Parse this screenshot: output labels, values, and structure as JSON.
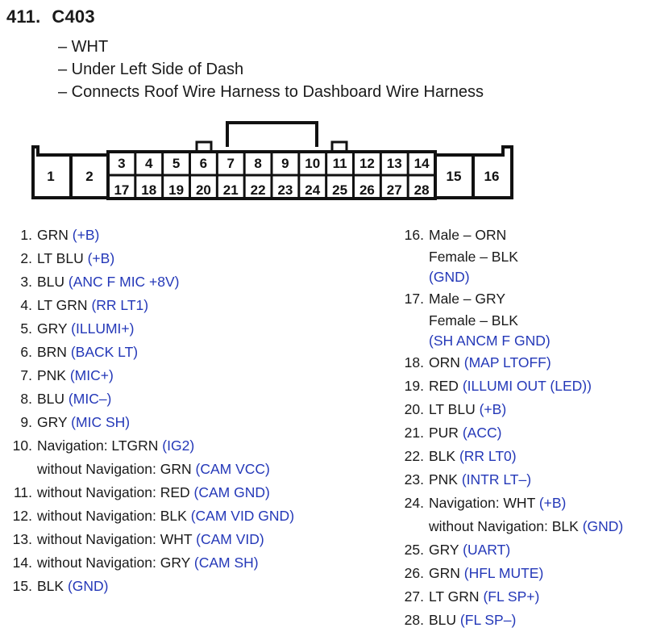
{
  "header": {
    "number": "411.",
    "connector_id": "C403",
    "notes": [
      "– WHT",
      "– Under Left Side of Dash",
      "– Connects Roof Wire Harness to Dashboard Wire Harness"
    ]
  },
  "connector": {
    "pins_left_big": [
      "1",
      "2"
    ],
    "pins_top_row": [
      "3",
      "4",
      "5",
      "6",
      "7",
      "8",
      "9",
      "10",
      "11",
      "12",
      "13",
      "14"
    ],
    "pins_bottom_row": [
      "17",
      "18",
      "19",
      "20",
      "21",
      "22",
      "23",
      "24",
      "25",
      "26",
      "27",
      "28"
    ],
    "pins_right_big": [
      "15",
      "16"
    ]
  },
  "pins": [
    {
      "n": "1.",
      "lines": [
        {
          "wire": "GRN",
          "signal": "(+B)"
        }
      ]
    },
    {
      "n": "2.",
      "lines": [
        {
          "wire": "LT BLU",
          "signal": "(+B)"
        }
      ]
    },
    {
      "n": "3.",
      "lines": [
        {
          "wire": "BLU",
          "signal": "(ANC F MIC +8V)"
        }
      ]
    },
    {
      "n": "4.",
      "lines": [
        {
          "wire": "LT GRN",
          "signal": "(RR LT1)"
        }
      ]
    },
    {
      "n": "5.",
      "lines": [
        {
          "wire": "GRY",
          "signal": "(ILLUMI+)"
        }
      ]
    },
    {
      "n": "6.",
      "lines": [
        {
          "wire": "BRN",
          "signal": "(BACK LT)"
        }
      ]
    },
    {
      "n": "7.",
      "lines": [
        {
          "wire": "PNK",
          "signal": "(MIC+)"
        }
      ]
    },
    {
      "n": "8.",
      "lines": [
        {
          "wire": "BLU",
          "signal": "(MIC–)"
        }
      ]
    },
    {
      "n": "9.",
      "lines": [
        {
          "wire": "GRY",
          "signal": "(MIC SH)"
        }
      ]
    },
    {
      "n": "10.",
      "lines": [
        {
          "wire": "Navigation: LTGRN ",
          "signal": "(IG2)"
        },
        {
          "wire": "without Navigation: GRN",
          "signal": "(CAM VCC)"
        }
      ]
    },
    {
      "n": "11.",
      "lines": [
        {
          "wire": "without Navigation: RED",
          "signal": "(CAM GND)"
        }
      ]
    },
    {
      "n": "12.",
      "lines": [
        {
          "wire": "without Navigation: BLK",
          "signal": "(CAM VID GND)"
        }
      ]
    },
    {
      "n": "13.",
      "lines": [
        {
          "wire": "without Navigation: WHT",
          "signal": "(CAM VID)"
        }
      ]
    },
    {
      "n": "14.",
      "lines": [
        {
          "wire": "without Navigation: GRY",
          "signal": "(CAM SH)"
        }
      ]
    },
    {
      "n": "15.",
      "lines": [
        {
          "wire": "BLK",
          "signal": "(GND)"
        }
      ]
    },
    {
      "n": "16.",
      "lines": [
        {
          "wire": "Male – ORN",
          "signal": ""
        },
        {
          "wire": "Female – BLK",
          "signal": ""
        },
        {
          "wire": "",
          "signal": "(GND)"
        }
      ]
    },
    {
      "n": "17.",
      "lines": [
        {
          "wire": "Male – GRY",
          "signal": ""
        },
        {
          "wire": "Female – BLK",
          "signal": ""
        },
        {
          "wire": "",
          "signal": "(SH ANCM F GND)"
        }
      ]
    },
    {
      "n": "18.",
      "lines": [
        {
          "wire": "ORN",
          "signal": "(MAP LTOFF)"
        }
      ]
    },
    {
      "n": "19.",
      "lines": [
        {
          "wire": "RED",
          "signal": "(ILLUMI OUT (LED))"
        }
      ]
    },
    {
      "n": "20.",
      "lines": [
        {
          "wire": "LT BLU",
          "signal": "(+B)"
        }
      ]
    },
    {
      "n": "21.",
      "lines": [
        {
          "wire": "PUR",
          "signal": "(ACC)"
        }
      ]
    },
    {
      "n": "22.",
      "lines": [
        {
          "wire": "BLK",
          "signal": "(RR LT0)"
        }
      ]
    },
    {
      "n": "23.",
      "lines": [
        {
          "wire": "PNK",
          "signal": "(INTR LT–)"
        }
      ]
    },
    {
      "n": "24.",
      "lines": [
        {
          "wire": "Navigation: WHT",
          "signal": "(+B)"
        },
        {
          "wire": "without Navigation: BLK",
          "signal": "(GND)"
        }
      ]
    },
    {
      "n": "25.",
      "lines": [
        {
          "wire": "GRY",
          "signal": "(UART)"
        }
      ]
    },
    {
      "n": "26.",
      "lines": [
        {
          "wire": "GRN",
          "signal": "(HFL MUTE)"
        }
      ]
    },
    {
      "n": "27.",
      "lines": [
        {
          "wire": "LT GRN",
          "signal": "(FL SP+)"
        }
      ]
    },
    {
      "n": "28.",
      "lines": [
        {
          "wire": "BLU",
          "signal": "(FL SP–)"
        }
      ]
    }
  ]
}
